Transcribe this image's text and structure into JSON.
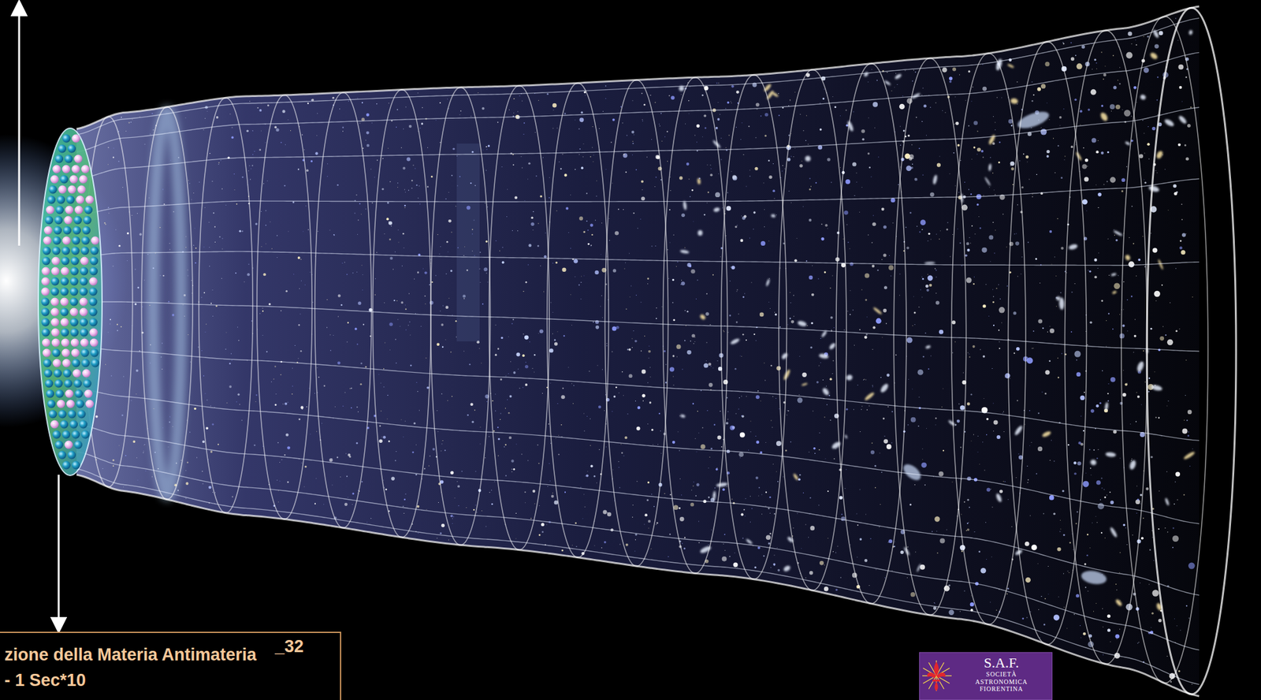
{
  "diagram": {
    "nodes": [
      {
        "text": [
          "zione della Materia Antimateria - 1 Sec*10",
          "_32"
        ]
      },
      {
        "text": [
          "S.A.F.",
          "SOCIETÀ ASTRONOMICA FIORENTINA"
        ]
      }
    ]
  }
}
